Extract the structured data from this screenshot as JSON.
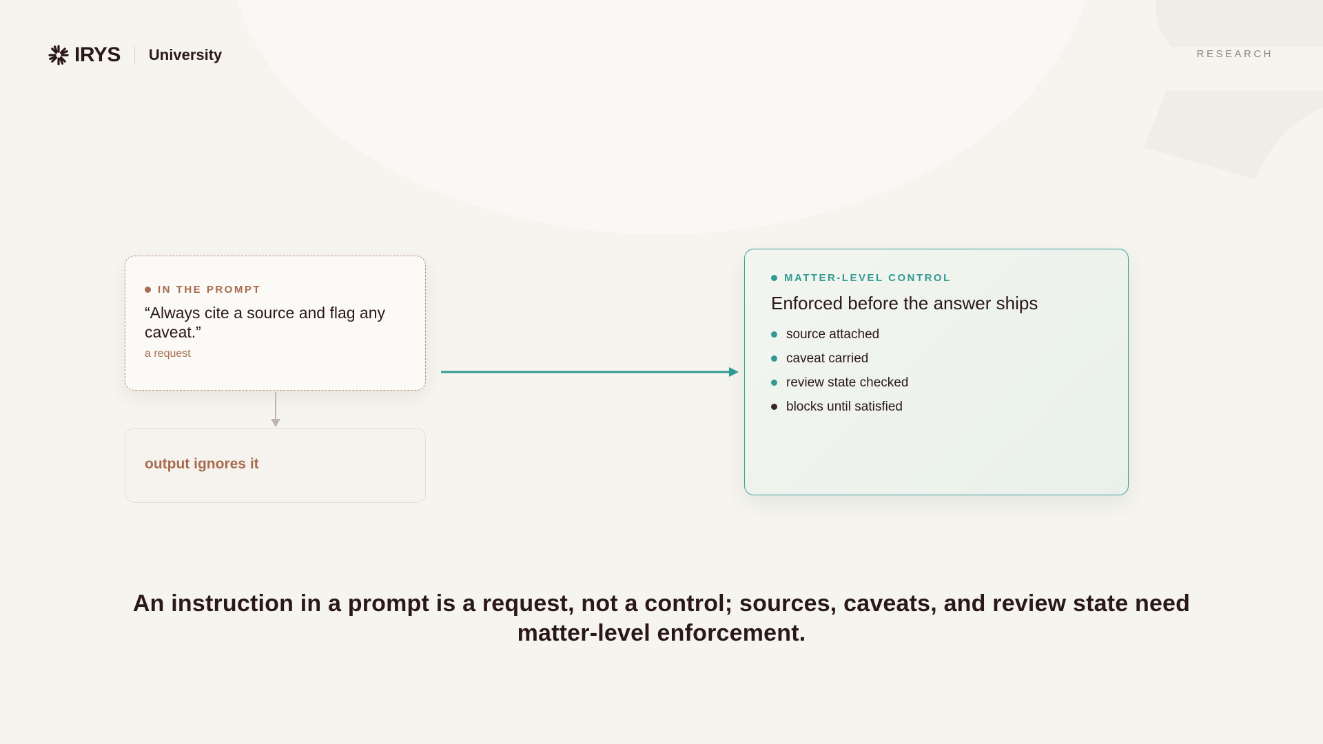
{
  "header": {
    "brand": "IRYS",
    "section": "University",
    "tag": "RESEARCH"
  },
  "diagram": {
    "prompt_box": {
      "eyebrow": "IN THE PROMPT",
      "quote": "“Always cite a source and flag any caveat.”",
      "caption": "a request"
    },
    "output_box": {
      "text": "output ignores it"
    },
    "control_box": {
      "eyebrow": "MATTER-LEVEL CONTROL",
      "title": "Enforced before the answer ships",
      "items": [
        "source attached",
        "caveat carried",
        "review state checked",
        "blocks until satisfied"
      ]
    }
  },
  "conclusion": "An instruction in a prompt is a request, not a control; sources, caveats, and review state need matter-level enforcement.",
  "colors": {
    "copper": "#a86b4e",
    "teal": "#2f9a92",
    "ink": "#2a1719",
    "muted_arrow": "#bfb5b0"
  },
  "icons": {
    "logo": "starburst-logo-icon"
  }
}
